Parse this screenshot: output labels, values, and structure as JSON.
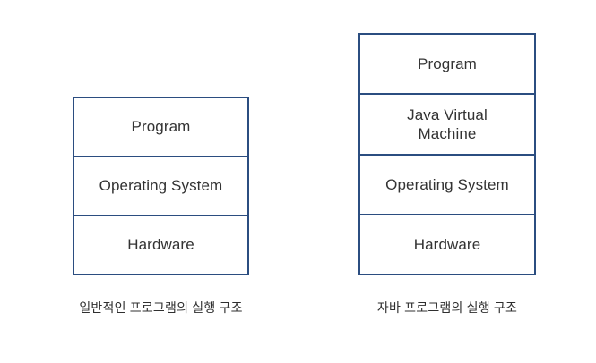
{
  "diagram": {
    "title": "",
    "border_color": "#2b4d80",
    "text_color": "#333333",
    "background": "#ffffff",
    "stacks": [
      {
        "id": "general",
        "caption": "일반적인 프로그램의 실행 구조",
        "layers": [
          {
            "label": "Program"
          },
          {
            "label": "Operating System"
          },
          {
            "label": "Hardware"
          }
        ]
      },
      {
        "id": "java",
        "caption": "자바 프로그램의 실행 구조",
        "layers": [
          {
            "label": "Program"
          },
          {
            "label": "Java Virtual\nMachine"
          },
          {
            "label": "Operating System"
          },
          {
            "label": "Hardware"
          }
        ]
      }
    ]
  }
}
